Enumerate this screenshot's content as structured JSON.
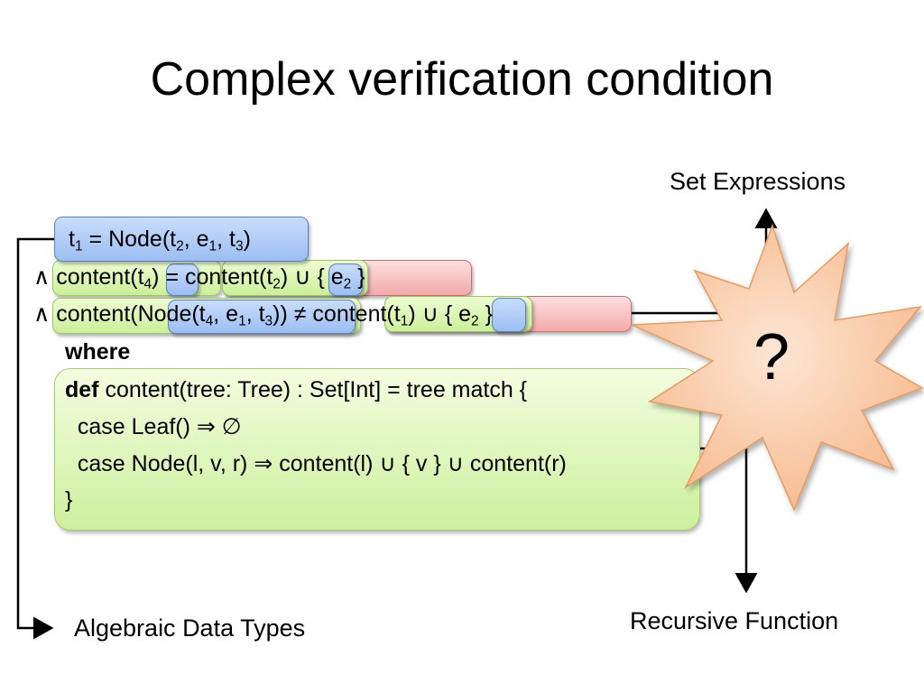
{
  "slide": {
    "title": "Complex verification condition",
    "labels": {
      "set_expressions": "Set Expressions",
      "recursive_function": "Recursive Function",
      "algebraic_data_types": "Algebraic Data Types",
      "question_mark": "?"
    },
    "formula": {
      "line1": {
        "t": "t",
        "sub1": "1",
        "mid": " = Node(t",
        "sub2": "2",
        "c1": ", e",
        "sub3": "1",
        "c2": ", t",
        "sub4": "3",
        "end": ")"
      },
      "line2": {
        "and": "∧",
        "a": " content(t",
        "sub1": "4",
        "b": ") = content(t",
        "sub2": "2",
        "c": ") ∪ { e",
        "sub3": "2",
        "d": " }"
      },
      "line3": {
        "and": "∧",
        "a": " content(Node(t",
        "sub1": "4",
        "b": ", e",
        "sub2": "1",
        "c": ", t",
        "sub3": "3",
        "d": ")) ≠ content(t",
        "sub4": "1",
        "e": ") ∪ { e",
        "sub5": "2",
        "f": " }"
      },
      "where": "where"
    },
    "code": {
      "def_kw": "def",
      "def_rest": " content(tree: Tree) : Set[Int] = tree match {",
      "case1": "  case Leaf() ⇒ ∅",
      "case2": "  case Node(l, v, r) ⇒ content(l) ∪ { v } ∪ content(r)",
      "close": "}"
    },
    "colors": {
      "blue_highlight": "#a9c6f5",
      "green_highlight": "#d6f4ae",
      "red_highlight": "#f5b8b8",
      "starburst_fill": "#fbc8a3",
      "starburst_stroke": "#e89a5e"
    }
  }
}
